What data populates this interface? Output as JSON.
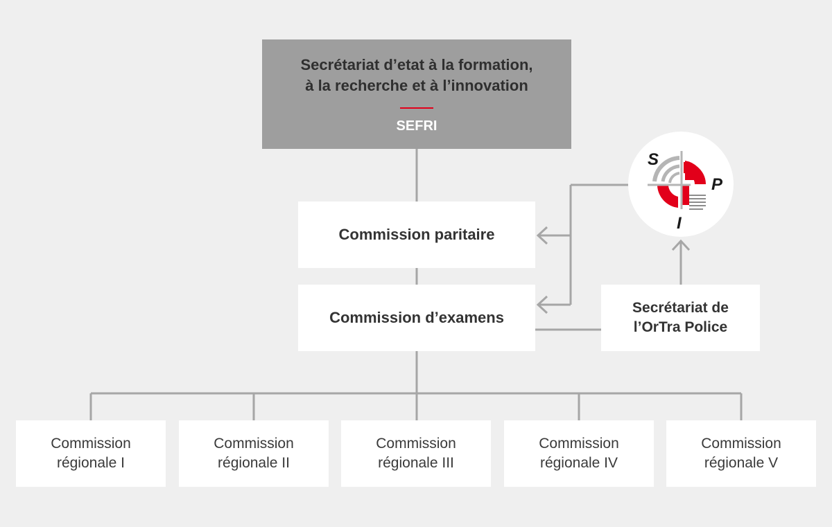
{
  "top": {
    "title_line1": "Secrétariat d’etat à la formation,",
    "title_line2": "à la recherche et à l’innovation",
    "abbr": "SEFRI"
  },
  "paritaire": {
    "label": "Commission paritaire"
  },
  "examens": {
    "label": "Commission d’examens"
  },
  "secretariat": {
    "line1": "Secrétariat de",
    "line2": "l’OrTra Police"
  },
  "logo": {
    "letters": [
      "S",
      "P",
      "I"
    ],
    "icon": "sip-logo",
    "colors": {
      "red": "#e2001a",
      "gray": "#a6a6a6"
    }
  },
  "regional": [
    {
      "line1": "Commission",
      "line2": "régionale I"
    },
    {
      "line1": "Commission",
      "line2": "régionale II"
    },
    {
      "line1": "Commission",
      "line2": "régionale III"
    },
    {
      "line1": "Commission",
      "line2": "régionale IV"
    },
    {
      "line1": "Commission",
      "line2": "régionale V"
    }
  ],
  "colors": {
    "background": "#efefef",
    "top_box": "#9e9e9e",
    "connector": "#a6a6a6",
    "accent": "#e2001a"
  }
}
